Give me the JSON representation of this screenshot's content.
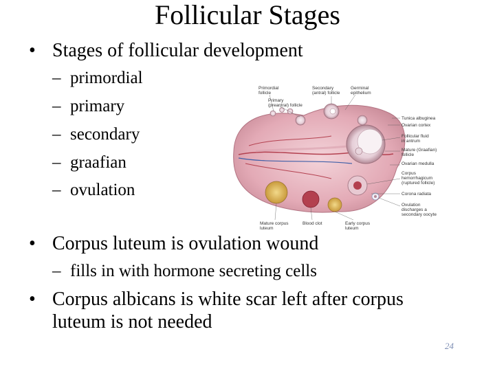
{
  "slide": {
    "title": "Follicular Stages",
    "bullets": [
      {
        "text": "Stages of follicular development",
        "sub": [
          "primordial",
          "primary",
          "secondary",
          "graafian",
          "ovulation"
        ]
      },
      {
        "text": "Corpus luteum is ovulation wound",
        "sub": [
          "fills in with hormone secreting cells"
        ]
      },
      {
        "text": "Corpus albicans is white scar left after corpus",
        "continuation": "luteum is not needed"
      }
    ],
    "page_number": "24",
    "bullet_symbol": "•",
    "sub_symbol": "–"
  },
  "figure": {
    "labels_top": [
      "Primordial",
      "follicle",
      "Secondary",
      "(antral) follicle",
      "Germinal",
      "epithelium",
      "Primary",
      "(preantral) follicle"
    ],
    "labels_right": [
      "Tunica albuginea",
      "Ovarian cortex",
      "Follicular fluid",
      "in antrum",
      "Mature (Graafian)",
      "follicle",
      "Ovarian medulla",
      "Corpus",
      "hemorrhagicum",
      "(ruptured follicle)",
      "Corona radiata",
      "Ovulation",
      "discharges a",
      "secondary oocyte"
    ],
    "labels_bottom": [
      "Mature corpus",
      "luteum",
      "Blood clot",
      "Early corpus",
      "luteum"
    ]
  },
  "colors": {
    "tissue": "#e8b6c0",
    "tissue_dark": "#c9818f",
    "page_number": "#7f8fb5"
  }
}
